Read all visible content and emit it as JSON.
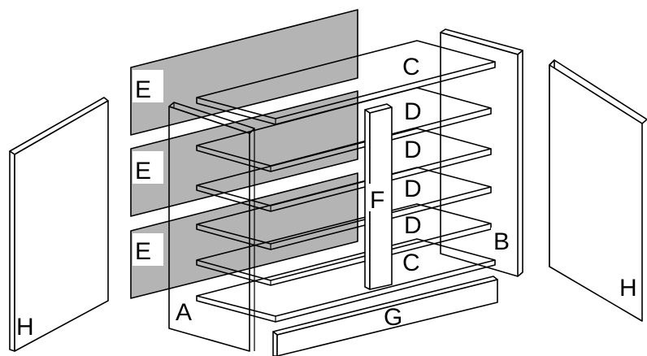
{
  "diagram": {
    "background": "#ffffff",
    "back_panel_color": "#b4b4b4",
    "line_color": "#000000",
    "parts": {
      "A": "A",
      "B": "B",
      "C": "C",
      "D": "D",
      "E": "E",
      "F": "F",
      "G": "G",
      "H": "H"
    }
  }
}
